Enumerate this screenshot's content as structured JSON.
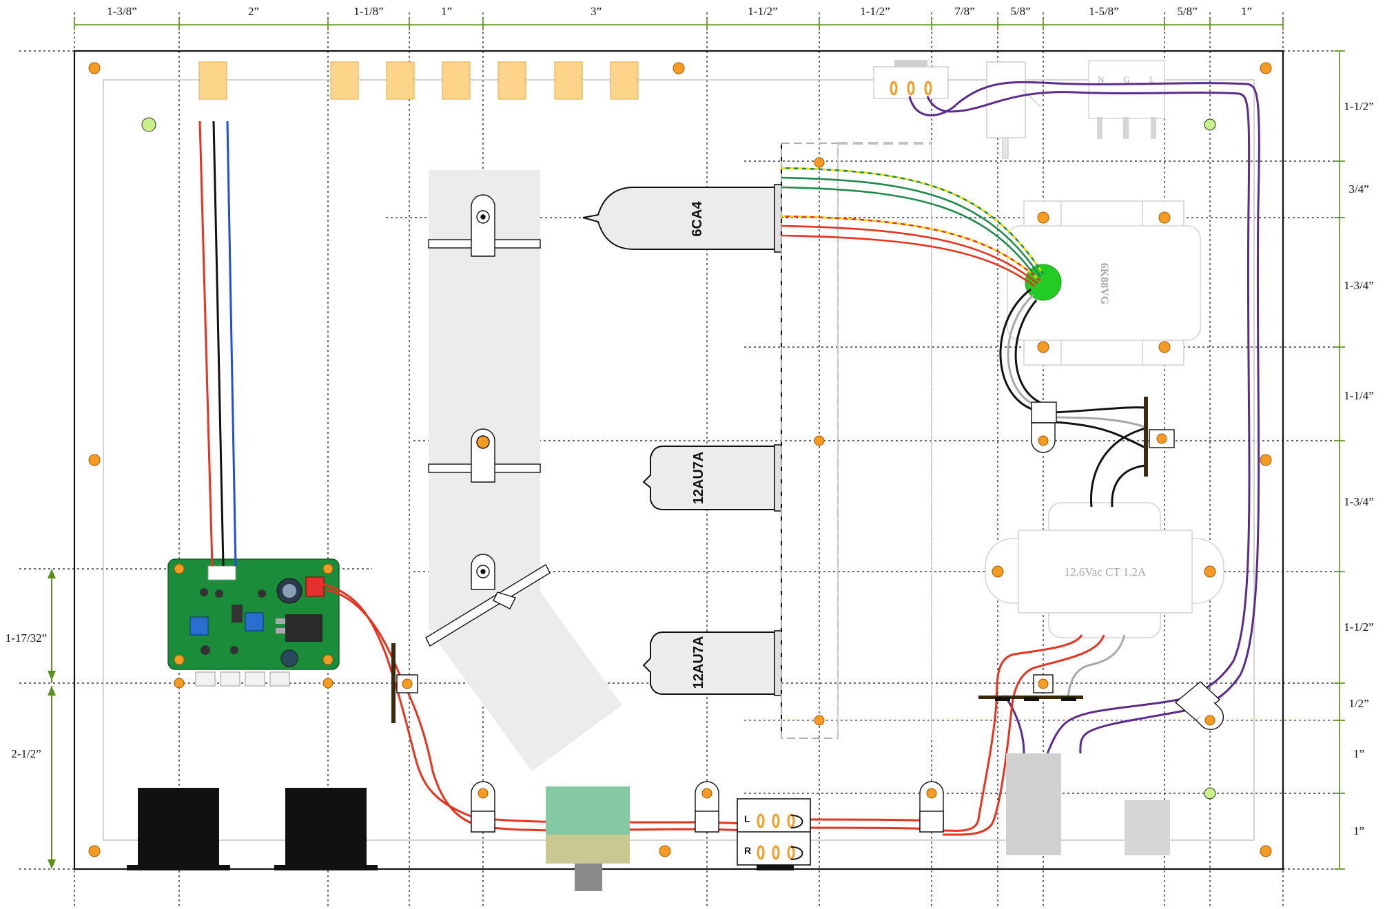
{
  "dimensions": {
    "top": [
      "1-3/8”",
      "2”",
      "1-1/8”",
      "1”",
      "3”",
      "1-1/2”",
      "1-1/2”",
      "7/8”",
      "5/8”",
      "1-5/8”",
      "5/8”",
      "1”"
    ],
    "right": [
      "1-1/2”",
      "3/4”",
      "1-3/4”",
      "1-1/4”",
      "1-3/4”",
      "1-1/2”",
      "1/2”",
      "1”",
      "1”"
    ],
    "left": [
      "1-17/32”",
      "2-1/2”"
    ]
  },
  "tubes": {
    "power": "6CA4",
    "driver1": "12AU7A",
    "driver2": "12AU7A"
  },
  "transformers": {
    "output": "6K88VG",
    "power": "12.6Vac CT 1.2A"
  },
  "iec_inlet": {
    "pins": [
      "N",
      "G",
      "L"
    ]
  },
  "selector": {
    "left": "L",
    "right": "R"
  },
  "colors": {
    "chassis_holes": "#f59a23",
    "pcb": "#1a8c3a",
    "dimension_lines": "#5a8f1a",
    "wire_red": "#e8321e",
    "wire_blue": "#1f4fd6",
    "wire_purple": "#5a2a8c",
    "wire_green": "#1f8a4c",
    "wire_gray": "#a8a8a8",
    "ground_lug": "#22cc22"
  }
}
